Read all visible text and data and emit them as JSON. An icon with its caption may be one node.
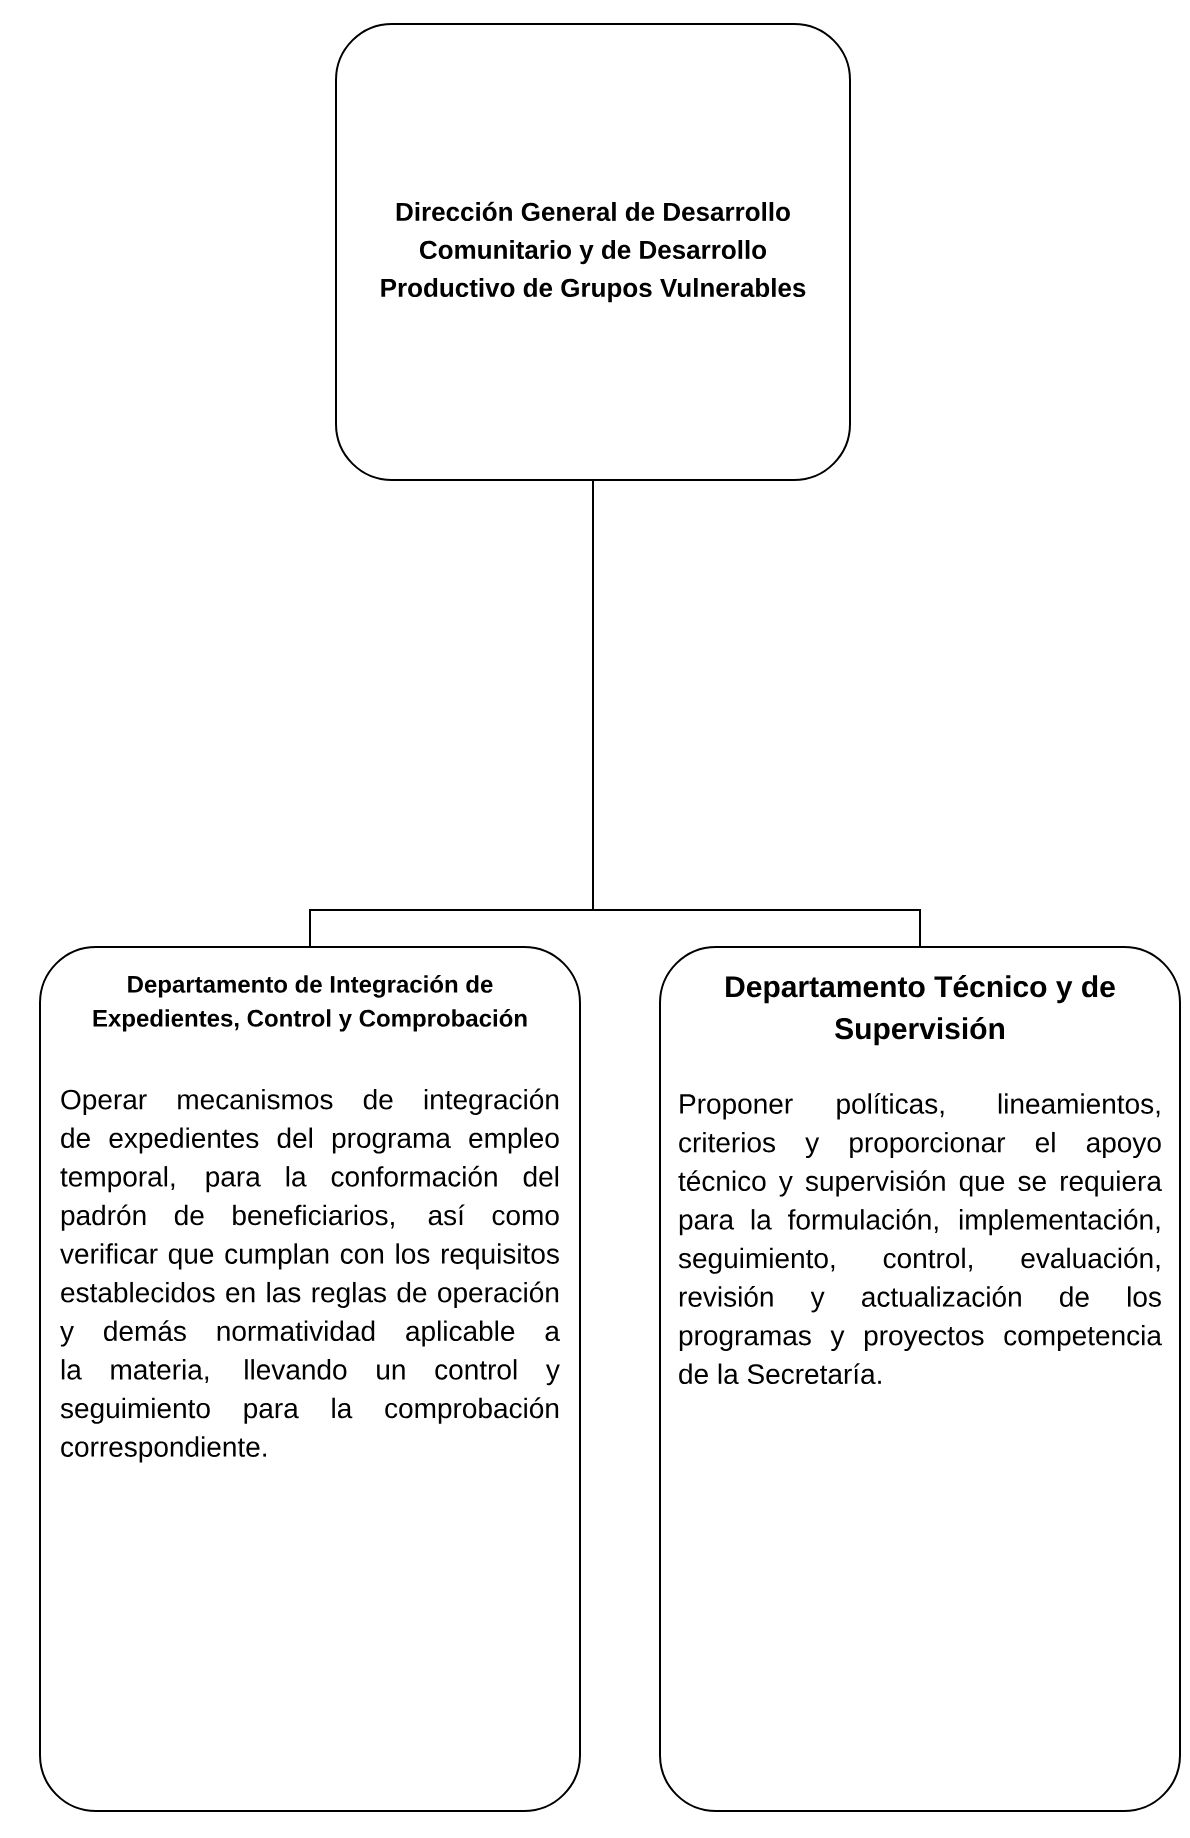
{
  "diagram": {
    "nodes": [
      {
        "text": [
          "Dirección General de Desarrollo Comunitario y de Desarrollo Productivo de Grupos Vulnerables"
        ]
      },
      {
        "text": [
          "Departamento de Integración de Expedientes, Control y Comprobación",
          "Operar mecanismos de integración de expedientes del programa empleo temporal, para la conformación del padrón de beneficiarios, así como verificar que cumplan con los requisitos establecidos en las reglas de operación y demás normatividad aplicable a la materia, llevando un control y seguimiento para la comprobación correspondiente."
        ]
      },
      {
        "text": [
          "Departamento Técnico y de Supervisión",
          "Proponer políticas, lineamientos, criterios y proporcionar el apoyo técnico y supervisión que se requiera para la formulación, implementación, seguimiento, control, evaluación, revisión y actualización de los programas y proyectos competencia de la Secretaría."
        ]
      }
    ],
    "edges": [
      {
        "from": 0,
        "to": 1,
        "arrow": "none"
      },
      {
        "from": 0,
        "to": 2,
        "arrow": "none"
      }
    ]
  }
}
